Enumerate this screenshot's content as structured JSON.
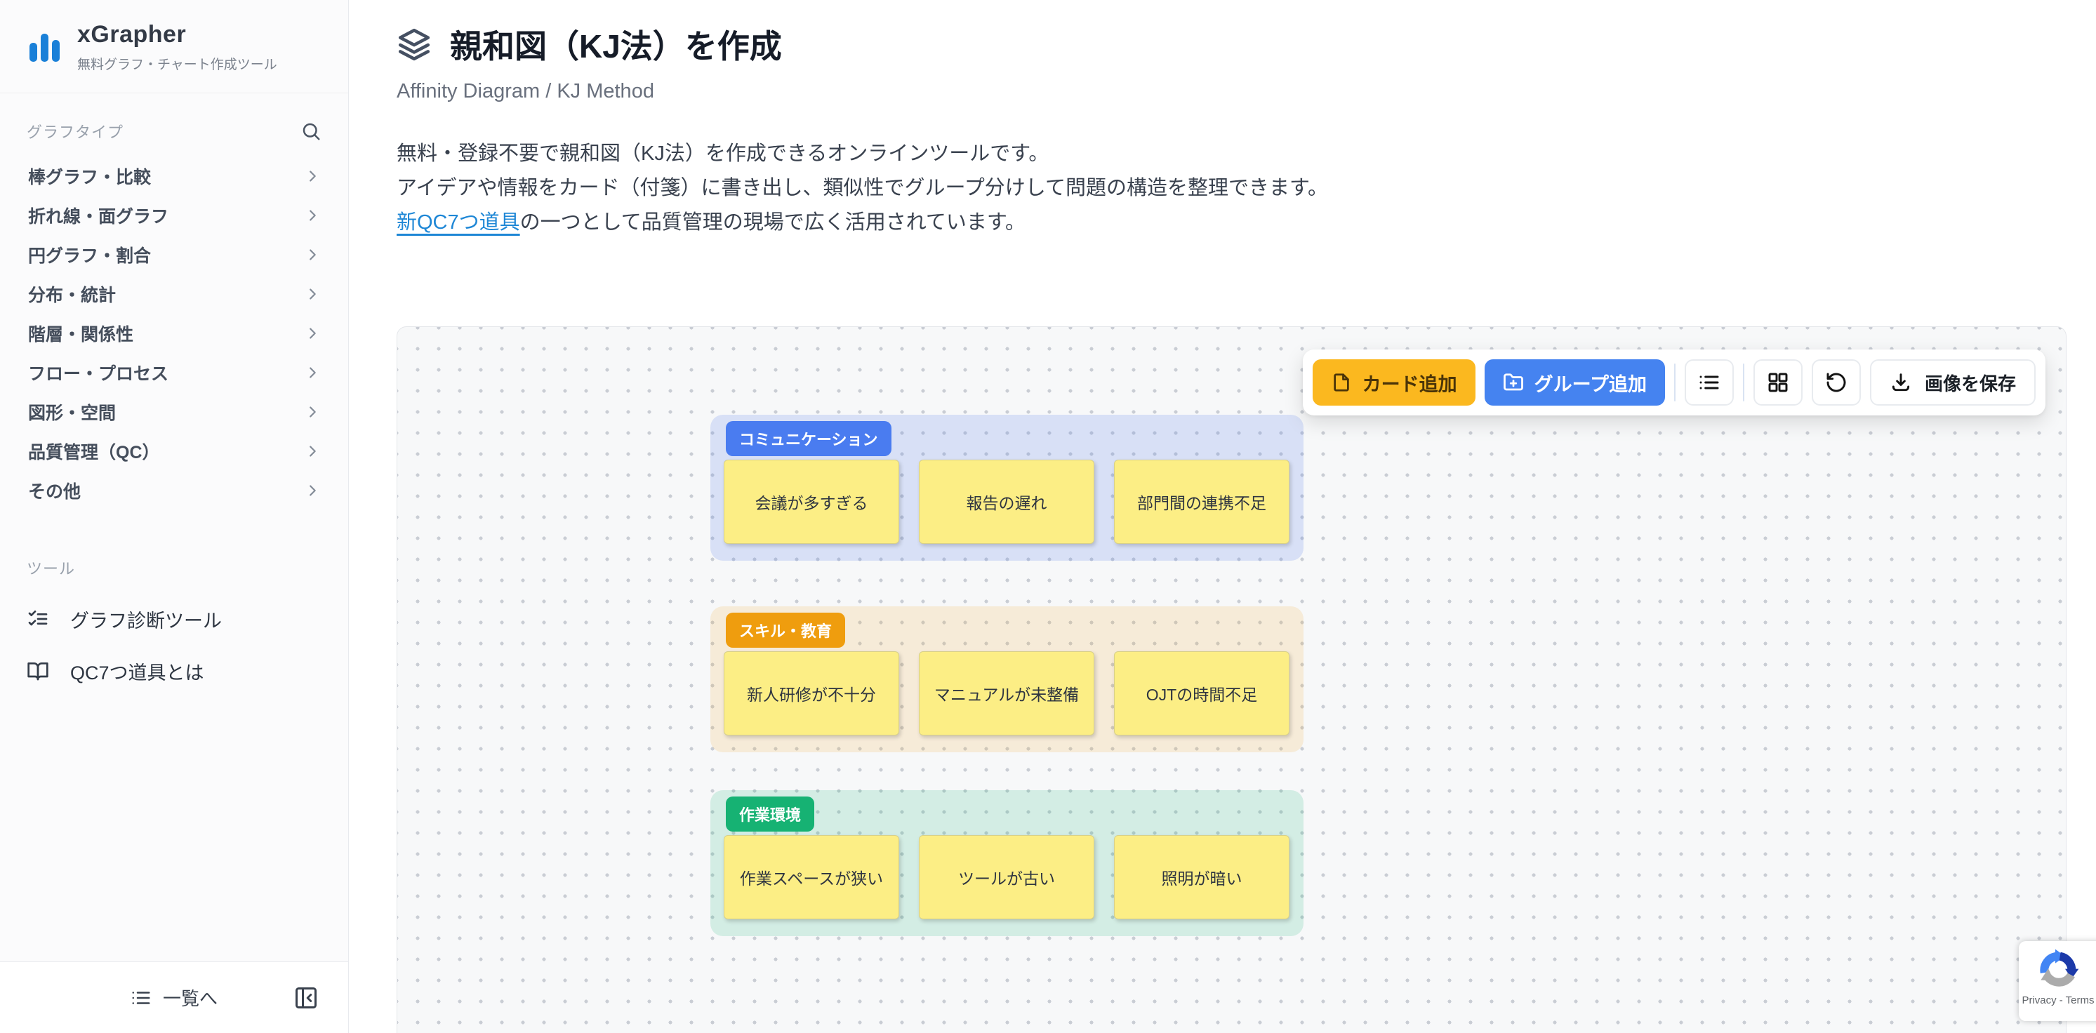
{
  "sidebar": {
    "brand": {
      "title": "xGrapher",
      "subtitle": "無料グラフ・チャート作成ツール"
    },
    "nav": {
      "section_label": "グラフタイプ",
      "items": [
        "棒グラフ・比較",
        "折れ線・面グラフ",
        "円グラフ・割合",
        "分布・統計",
        "階層・関係性",
        "フロー・プロセス",
        "図形・空間",
        "品質管理（QC）",
        "その他"
      ]
    },
    "tools": {
      "section_label": "ツール",
      "items": [
        {
          "label": "グラフ診断ツール",
          "icon": "list-checks-icon"
        },
        {
          "label": "QC7つ道具とは",
          "icon": "book-open-icon"
        }
      ]
    },
    "footer": {
      "back_to_list": "一覧へ"
    }
  },
  "main": {
    "title": "親和図（KJ法）を作成",
    "subtitle": "Affinity Diagram / KJ Method",
    "description": {
      "line1": "無料・登録不要で親和図（KJ法）を作成できるオンラインツールです。",
      "line2": "アイデアや情報をカード（付箋）に書き出し、類似性でグループ分けして問題の構造を整理できます。",
      "line3_link": "新QC7つ道具",
      "line3_rest": "の一つとして品質管理の現場で広く活用されています。"
    }
  },
  "toolbar": {
    "add_card": "カード追加",
    "add_group": "グループ追加",
    "save_image": "画像を保存"
  },
  "board": {
    "groups": [
      {
        "label": "コミュニケーション",
        "accent": "#4a7cf0",
        "bg": "rgba(94,132,235,0.20)",
        "cards": [
          "会議が多すぎる",
          "報告の遅れ",
          "部門間の連携不足"
        ]
      },
      {
        "label": "スキル・教育",
        "accent": "#ef9d0e",
        "bg": "rgba(242,166,42,0.16)",
        "cards": [
          "新人研修が不十分",
          "マニュアルが未整備",
          "OJTの時間不足"
        ]
      },
      {
        "label": "作業環境",
        "accent": "#16b273",
        "bg": "rgba(26,180,120,0.16)",
        "cards": [
          "作業スペースが狭い",
          "ツールが古い",
          "照明が暗い"
        ]
      }
    ],
    "card_color": "#fcee85"
  },
  "colors": {
    "brand_blue": "#1a80d8",
    "link_blue": "#1e87d6",
    "add_card_button": "#fbb81f",
    "add_group_button": "#4583f0",
    "canvas_bg": "#f7f8f9"
  },
  "recaptcha": {
    "label": "Privacy - Terms"
  }
}
